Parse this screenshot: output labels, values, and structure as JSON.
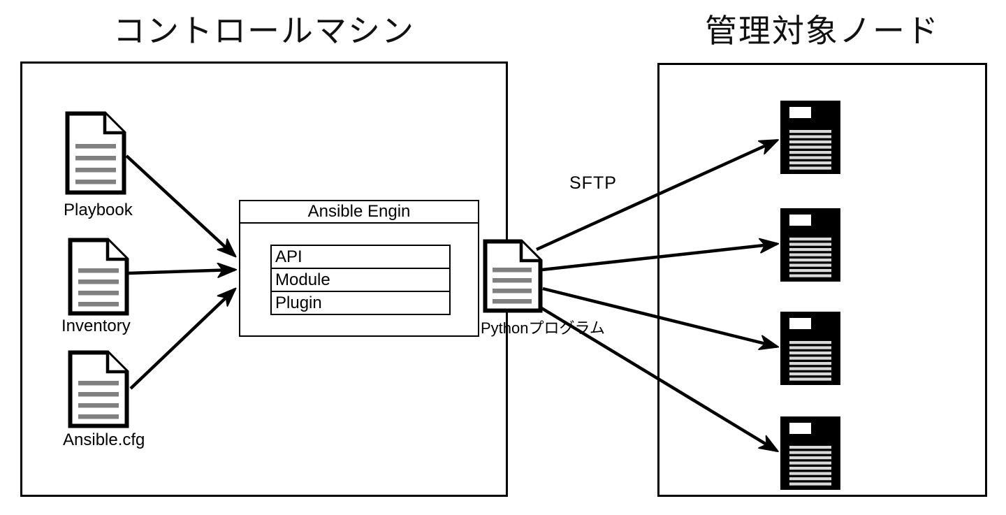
{
  "titles": {
    "control_machine": "コントロールマシン",
    "managed_nodes": "管理対象ノード"
  },
  "control_machine": {
    "files": {
      "playbook": "Playbook",
      "inventory": "Inventory",
      "ansible_cfg": "Ansible.cfg"
    },
    "engine": {
      "title": "Ansible Engin",
      "rows": [
        "API",
        "Module",
        "Plugin"
      ]
    }
  },
  "transfer": {
    "file_label": "Pythonプログラム",
    "protocol": "SFTP"
  },
  "managed_nodes": {
    "count": 4
  },
  "colors": {
    "line": "#000000",
    "doc_text_line": "#808080",
    "node_stripe": "#d9d9d9",
    "background": "#ffffff"
  }
}
